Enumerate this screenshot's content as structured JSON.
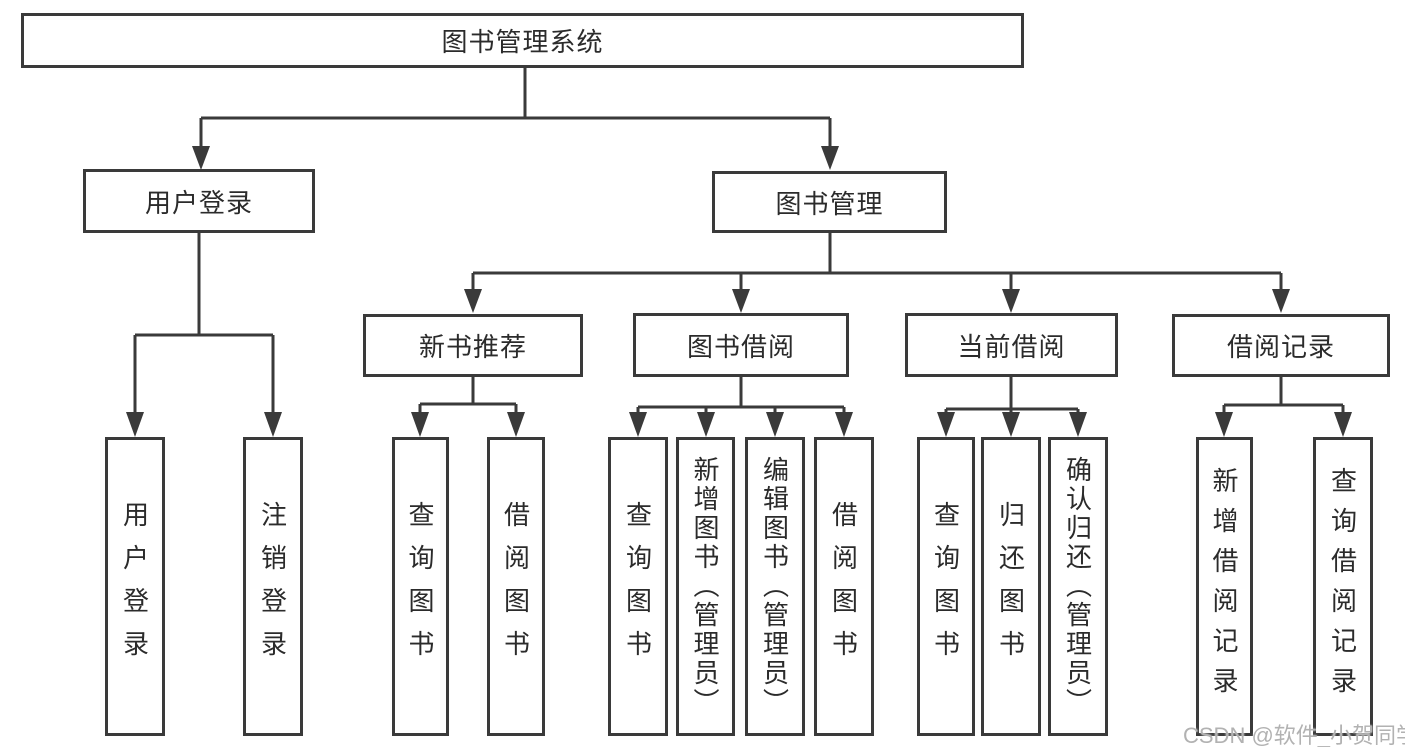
{
  "colors": {
    "line": "#3a3a3a",
    "text": "#2b2b2b",
    "background": "#ffffff",
    "box_fill": "#ffffff",
    "watermark": "#b2b2b2"
  },
  "tree": {
    "root": {
      "label": "图书管理系统"
    },
    "user_login": {
      "label": "用户登录",
      "children": {
        "login": {
          "label": "用户登录"
        },
        "logout": {
          "label": "注销登录"
        }
      }
    },
    "book_mgmt": {
      "label": "图书管理",
      "children": {
        "new_book_rec": {
          "label": "新书推荐",
          "children": {
            "query": {
              "label": "查询图书"
            },
            "borrow": {
              "label": "借阅图书"
            }
          }
        },
        "book_borrow": {
          "label": "图书借阅",
          "children": {
            "query": {
              "label": "查询图书"
            },
            "add": {
              "label": "新增图书（管理员）"
            },
            "edit": {
              "label": "编辑图书（管理员）"
            },
            "borrow": {
              "label": "借阅图书"
            }
          }
        },
        "current_borrow": {
          "label": "当前借阅",
          "children": {
            "query": {
              "label": "查询图书"
            },
            "return": {
              "label": "归还图书"
            },
            "confirm_return": {
              "label": "确认归还（管理员）"
            }
          }
        },
        "borrow_records": {
          "label": "借阅记录",
          "children": {
            "add": {
              "label": "新增借阅记录"
            },
            "query": {
              "label": "查询借阅记录"
            }
          }
        }
      }
    }
  },
  "watermark": {
    "text": "CSDN @软件_小贺同学"
  }
}
